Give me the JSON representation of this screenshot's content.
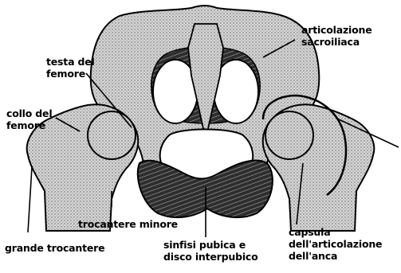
{
  "figure": {
    "labels": {
      "sacroiliac": [
        "articolazione",
        "sacroiliaca"
      ],
      "femoral_head": [
        "testa del",
        "femore"
      ],
      "femoral_neck": [
        "collo del",
        "femore"
      ],
      "lesser_trochanter": "trocantere minore",
      "greater_trochanter": "grande trocantere",
      "pubic_symphysis": [
        "sinfisi pubica e",
        "disco interpubico"
      ],
      "hip_capsule": [
        "capsula",
        "dell'articolazione",
        "dell'anca"
      ]
    },
    "colors": {
      "ink": "#000000",
      "bone_fill": "#cfcfcf",
      "dark_tissue": "#3a3a3a",
      "background": "#ffffff"
    }
  }
}
